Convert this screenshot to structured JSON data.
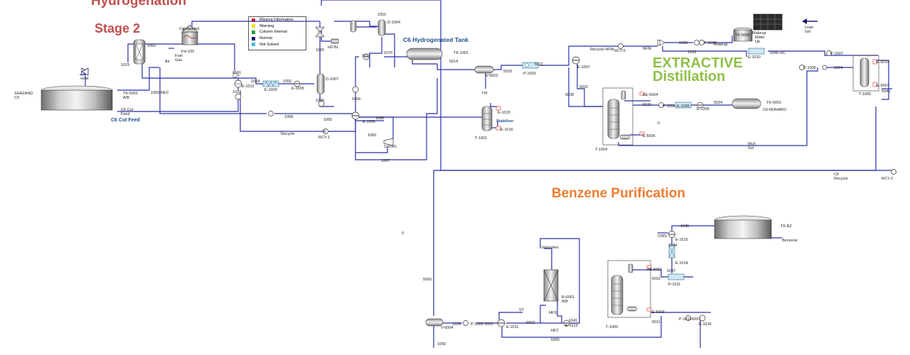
{
  "sections": {
    "hydrogenation": "Hydrogenation",
    "stage2": "Stage 2",
    "extractive": "EXTRACTIVE\nDistillation",
    "benzene": "Benzene Purification",
    "c6_tank_title": "C6 Hydrogenated Tank",
    "c6_feed_title": "C6 Cut Feed"
  },
  "legend": [
    {
      "label": "Missing Information",
      "color": "#e02020"
    },
    {
      "label": "Warning",
      "color": "#f0e020"
    },
    {
      "label": "Column Internal",
      "color": "#20a040"
    },
    {
      "label": "Normal",
      "color": "#1a1a70"
    },
    {
      "label": "Not Solved",
      "color": "#40c0e0"
    }
  ],
  "labels": {
    "shazand": "SHAZAND",
    "c5": "C5",
    "tk5001": "TK-5001",
    "ab": "A/B",
    "c6cutfeed": "C6 Cut",
    "feed": "Feed",
    "vent": "venti",
    "s1023": "1023",
    "s1059rec": "1059-REC",
    "combusted": "Combusted",
    "fh100": "FH-100",
    "fuel": "Fuel",
    "gas": "Gas",
    "air": "Air",
    "s1062": "1062",
    "s1061": "1061",
    "s1024": "1024",
    "e1012": "E-1012",
    "s1054": "1054",
    "e1003": "E-1003",
    "s1055": "1055",
    "e1005": "E-1005",
    "d1007": "D-1007",
    "s1026": "1026",
    "s1058": "1058",
    "s1065": "1065",
    "recycle": "Recycle",
    "rcy1": "RCY-1",
    "s1025": "1025",
    "h2bl": "H2-BL",
    "s1051": "1051",
    "d1004": "D-1004",
    "s1017": "1017",
    "s1070": "1070",
    "s1056": "1056",
    "e1006": "E-1006",
    "s1066": "1066",
    "s1060": "1060",
    "c1001": "C-1001",
    "s1067": "1067",
    "tk1001": "TK-1001",
    "s5014": "5014",
    "v5002": "V-5002",
    "liq": "Liq",
    "e1015": "E-1015",
    "stabilizer": "Stabilizer",
    "e1016": "E-1016",
    "t1001": "T-1001",
    "s5020": "5020",
    "s5021": "5021",
    "p1003": "P-1003",
    "recyclenfm": "Recycle-NFM",
    "rcy5": "RCY-5",
    "e1007": "E-1007",
    "s5038": "5038",
    "s5022": "5022",
    "nfm": "NFM",
    "s1033": "1033",
    "s1036": "1036",
    "p1008": "P-1008",
    "makeup": "Makeup",
    "tk5006": "TK-5006",
    "makeup2": "Makeup",
    "make": "Make",
    "up": "Up",
    "lean": "Lean",
    "sol": "Sol",
    "e1010": "E-1010",
    "s5045rc": "5045-RC",
    "p1007": "P-1007",
    "p1006": "P-1006",
    "s5024": "5024",
    "e5014": "E-5014",
    "e5007": "E-5007",
    "t1005": "T-1005",
    "s5045": "5045",
    "ae5004": "AE-5004",
    "s5033": "5033",
    "p1004": "P-1004",
    "e1009": "E-1009",
    "e1309": "E-1309",
    "s5034": "5034",
    "tk5001b": "TK-5001",
    "c6nonaro": "C6-NONARO",
    "e5006": "E-5006",
    "t1004": "T-1004",
    "rich": "Rich",
    "sol2": "Sol",
    "c6": "C6",
    "recycle2": "Recycle",
    "rcy2": "RCY-2",
    "s5050": "5050",
    "v6004": "V-6004",
    "s1042": "1042",
    "s1039": "1039",
    "p1009": "P-1009",
    "s6001": "6001",
    "e1011": "E-1011",
    "st": "ST",
    "s6002": "6002",
    "hfs": "HFS",
    "hfc": "HFC",
    "s1041": "1041",
    "e1013": "E-1013",
    "impurities": "Impurities",
    "r6001": "R-6001",
    "ab2": "A/B",
    "s6005": "6005",
    "t1006": "T-1006",
    "ae6001": "AE-6001",
    "s6010": "6010",
    "e6003": "E-6003",
    "s6011": "6011",
    "p1013": "P-1013",
    "s6007": "6007",
    "e1016b": "E-1016",
    "cws": "CWS",
    "s1045": "1045",
    "e1515": "E-1515",
    "s1044": "1044",
    "e1014": "E-1014",
    "s1037": "1037",
    "p1011": "P-1011",
    "tkbz": "TK-BZ",
    "benzene": "Benzene",
    "ii": "II",
    "ii2": "II"
  }
}
